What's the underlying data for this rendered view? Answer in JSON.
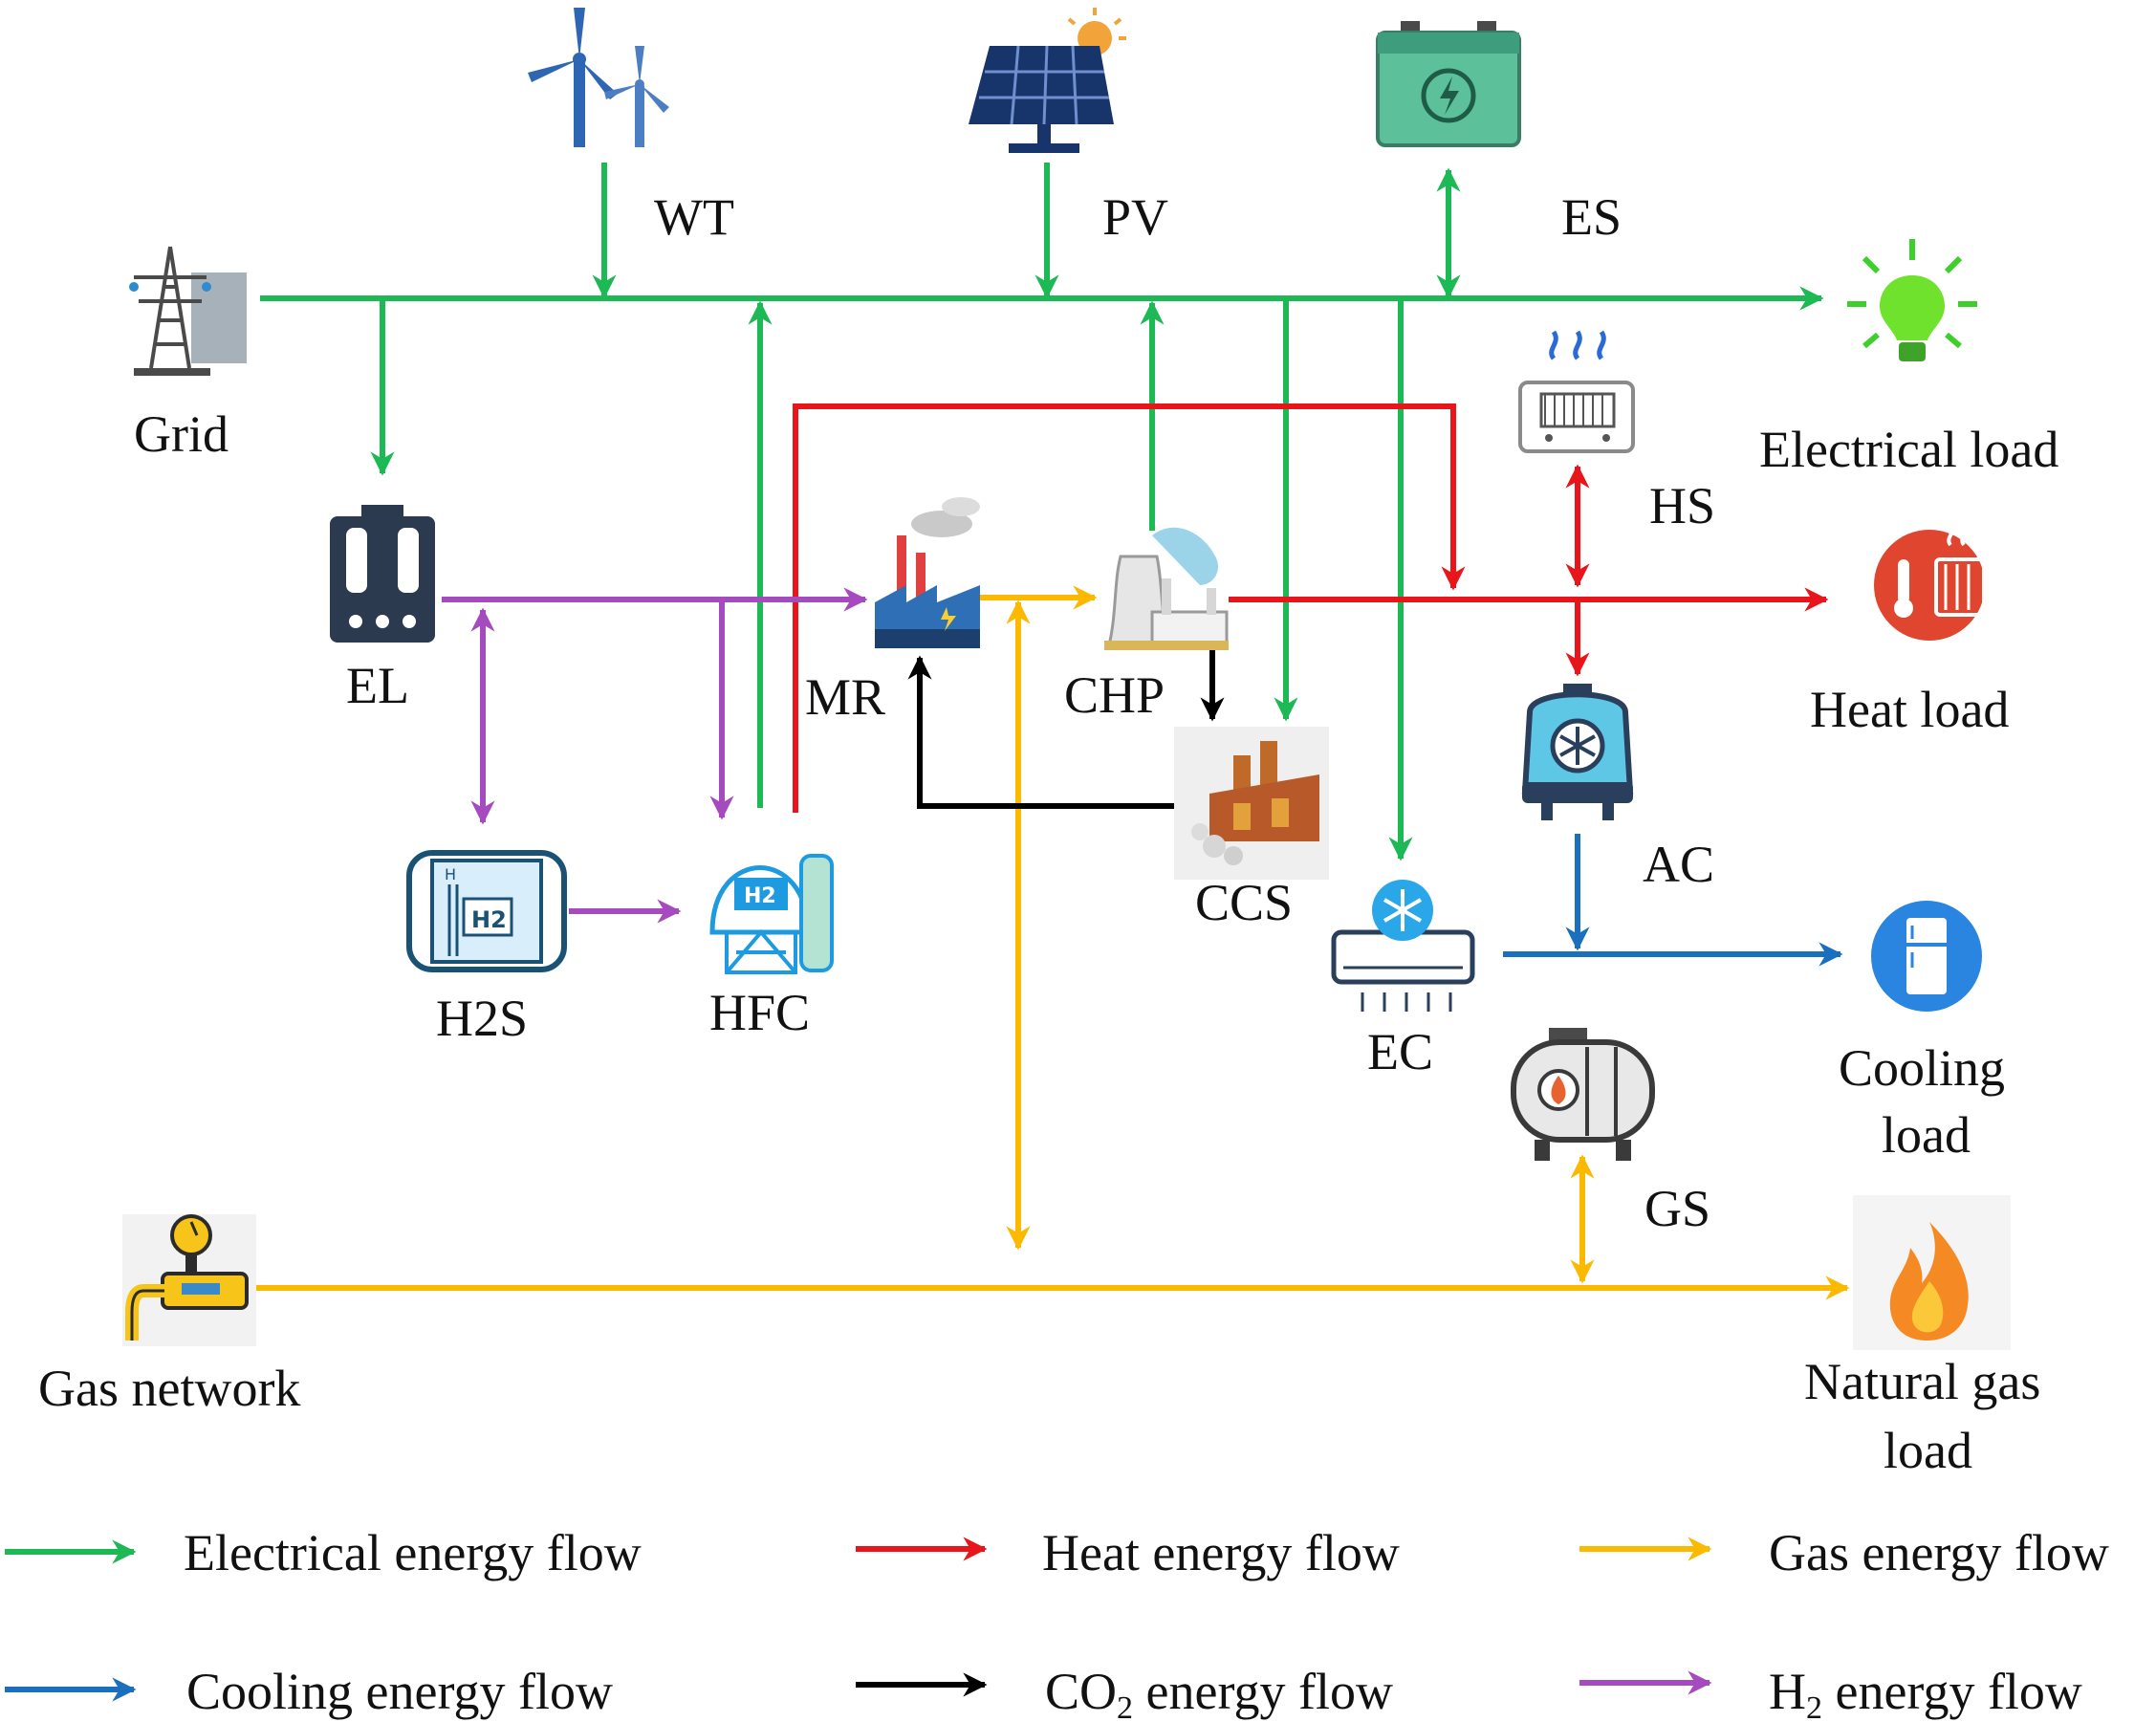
{
  "colors": {
    "electrical": "#1db954",
    "heat": "#e8151b",
    "gas": "#fbb900",
    "cooling": "#1a6fbe",
    "co2": "#000000",
    "h2": "#a64bbf"
  },
  "components": {
    "wt": {
      "label": "WT",
      "icon": "wind-turbine-icon"
    },
    "pv": {
      "label": "PV",
      "icon": "solar-panel-icon"
    },
    "es": {
      "label": "ES",
      "icon": "battery-icon"
    },
    "grid": {
      "label": "Grid",
      "icon": "power-tower-icon"
    },
    "el": {
      "label": "EL",
      "icon": "electrolyzer-icon"
    },
    "mr": {
      "label": "MR",
      "icon": "factory-icon"
    },
    "chp": {
      "label": "CHP",
      "icon": "power-plant-icon"
    },
    "hs": {
      "label": "HS",
      "icon": "heat-storage-icon"
    },
    "ccs": {
      "label": "CCS",
      "icon": "carbon-capture-icon"
    },
    "ac": {
      "label": "AC",
      "icon": "absorption-chiller-icon"
    },
    "h2s": {
      "label": "H2S",
      "icon": "hydrogen-tank-icon",
      "tank_text": "H2",
      "tank_mark": "H"
    },
    "hfc": {
      "label": "HFC",
      "icon": "fuel-cell-icon",
      "tank_text": "H2"
    },
    "ec": {
      "label": "EC",
      "icon": "air-conditioner-icon"
    },
    "gs": {
      "label": "GS",
      "icon": "gas-storage-icon"
    },
    "gas_network": {
      "label": "Gas network",
      "icon": "gas-meter-icon"
    }
  },
  "loads": {
    "electrical": {
      "label": "Electrical load",
      "icon": "light-bulb-icon"
    },
    "heat": {
      "label": "Heat load",
      "icon": "heater-icon"
    },
    "cooling": {
      "line1": "Cooling",
      "line2": "load",
      "icon": "refrigerator-icon"
    },
    "gas": {
      "line1": "Natural gas",
      "line2": "load",
      "icon": "flame-icon"
    }
  },
  "legend": [
    {
      "label": "Electrical energy flow",
      "color": "#1db954"
    },
    {
      "label": "Heat energy flow",
      "color": "#e8151b"
    },
    {
      "label": "Gas energy flow",
      "color": "#fbb900"
    },
    {
      "label": "Cooling energy flow",
      "color": "#1a6fbe"
    },
    {
      "prefix": "CO",
      "subscript": "2",
      "suffix": " energy flow",
      "color": "#000000"
    },
    {
      "prefix": "H",
      "subscript": "2",
      "suffix": " energy flow",
      "color": "#a64bbf"
    }
  ]
}
